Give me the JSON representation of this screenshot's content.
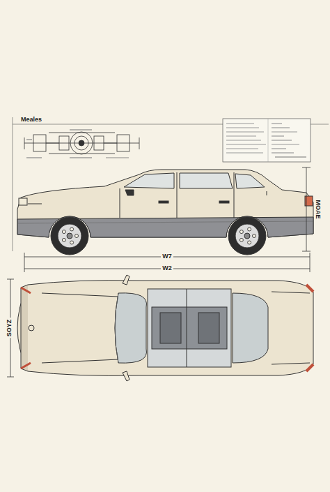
{
  "diagram": {
    "title": "Meales",
    "labels": [
      "W7",
      "W2",
      "MOAE",
      "SOYZ"
    ]
  }
}
